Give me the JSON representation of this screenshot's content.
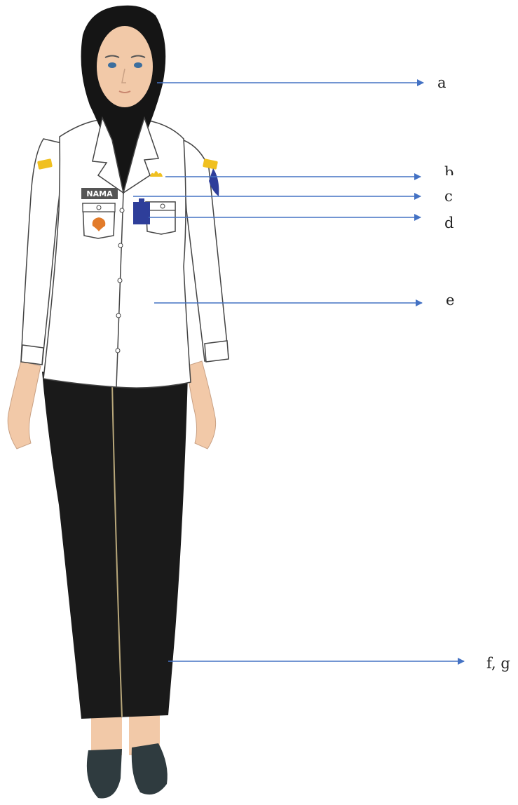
{
  "figure": {
    "subject": "female-civil-servant-uniform",
    "colors": {
      "arrow": "#4472c4",
      "shirt": "#ffffff",
      "skirt": "#1a1a1a",
      "hijab": "#151515",
      "skin": "#f2c9a8",
      "epaulette": "#f0c020",
      "badge_blue": "#2e3e9a",
      "shoes": "#2f3b3f"
    },
    "shirt": {
      "name_tag": "NAMA"
    }
  },
  "callouts": [
    {
      "id": "a",
      "label": "a"
    },
    {
      "id": "b",
      "label": "b"
    },
    {
      "id": "c",
      "label": "c"
    },
    {
      "id": "d",
      "label": "d"
    },
    {
      "id": "e",
      "label": "e"
    },
    {
      "id": "fg",
      "label": "f, g"
    }
  ]
}
